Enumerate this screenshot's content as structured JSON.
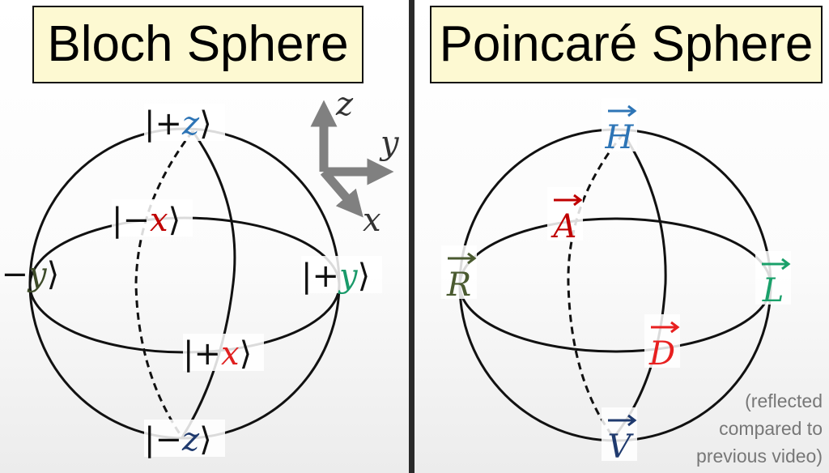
{
  "left": {
    "title": "Bloch Sphere",
    "states": {
      "plus_z": {
        "sign": "+",
        "axis": "z",
        "color": "#2e75b6"
      },
      "minus_x": {
        "sign": "−",
        "axis": "x",
        "color": "#c00000"
      },
      "minus_y": {
        "sign": "−",
        "axis": "y",
        "color": "#3d4a28"
      },
      "plus_y": {
        "sign": "+",
        "axis": "y",
        "color": "#1a9a6a"
      },
      "plus_x": {
        "sign": "+",
        "axis": "x",
        "color": "#e02020"
      },
      "minus_z": {
        "sign": "−",
        "axis": "z",
        "color": "#1f3a6e"
      }
    },
    "axes": {
      "z": "z",
      "y": "y",
      "x": "x",
      "color": "#808080"
    }
  },
  "right": {
    "title": "Poincaré Sphere",
    "states": {
      "H": {
        "label": "H",
        "color": "#2e75b6"
      },
      "A": {
        "label": "A",
        "color": "#c00000"
      },
      "R": {
        "label": "R",
        "color": "#4a5a30"
      },
      "L": {
        "label": "L",
        "color": "#1aa06a"
      },
      "D": {
        "label": "D",
        "color": "#e82020"
      },
      "V": {
        "label": "V",
        "color": "#1f3a6e"
      }
    },
    "note": [
      "(reflected",
      "compared to",
      "previous video)"
    ]
  }
}
